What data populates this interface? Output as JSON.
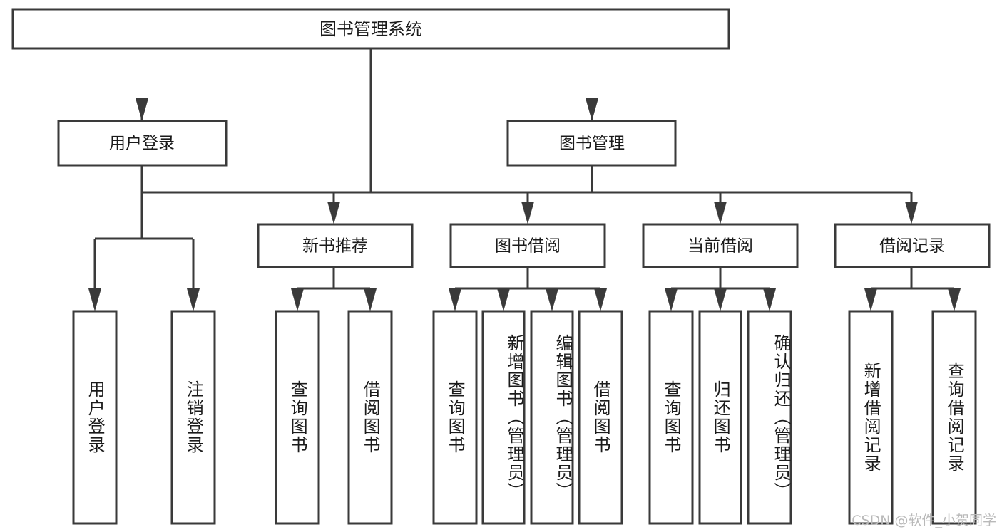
{
  "diagram": {
    "title": "图书管理系统",
    "type": "tree-hierarchy-chart",
    "colors": {
      "stroke": "#3a3a3a",
      "fill": "#ffffff",
      "text": "#1b1b1b",
      "watermark": "#b9b9b9"
    },
    "root": {
      "label": "图书管理系统"
    },
    "level2": [
      {
        "label": "用户登录"
      },
      {
        "label": "图书管理"
      }
    ],
    "level3": [
      {
        "label": "新书推荐"
      },
      {
        "label": "图书借阅"
      },
      {
        "label": "当前借阅"
      },
      {
        "label": "借阅记录"
      }
    ],
    "leaves": {
      "user_login": [
        {
          "label": "用户登录"
        },
        {
          "label": "注销登录"
        }
      ],
      "new_book_recommend": [
        {
          "label": "查询图书"
        },
        {
          "label": "借阅图书"
        }
      ],
      "book_borrow": [
        {
          "label": "查询图书"
        },
        {
          "label": "新增图书（管理员）"
        },
        {
          "label": "编辑图书（管理员）"
        },
        {
          "label": "借阅图书"
        }
      ],
      "current_borrow": [
        {
          "label": "查询图书"
        },
        {
          "label": "归还图书"
        },
        {
          "label": "确认归还（管理员）"
        }
      ],
      "borrow_record": [
        {
          "label": "新增借阅记录"
        },
        {
          "label": "查询借阅记录"
        }
      ]
    },
    "watermark": "CSDN @软件_小贺同学"
  }
}
